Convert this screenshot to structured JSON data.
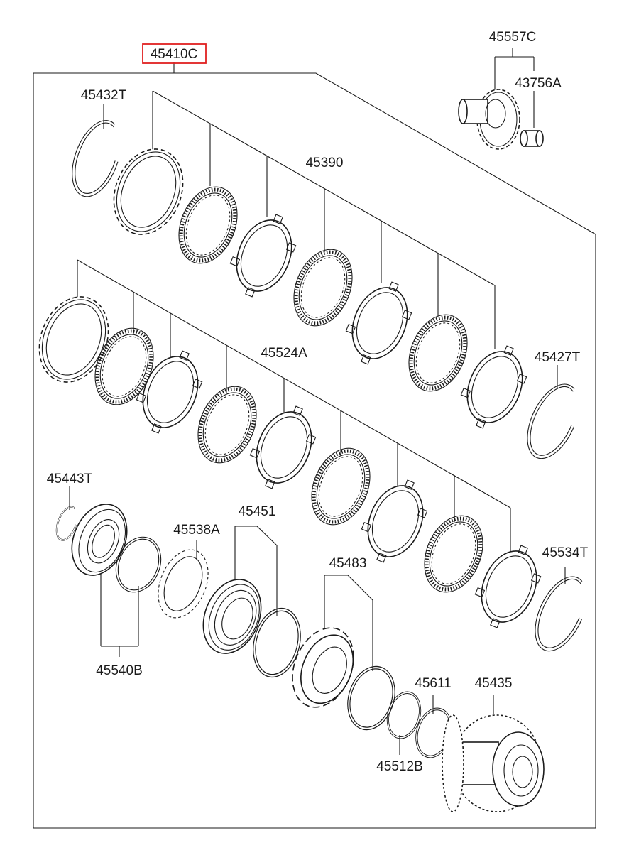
{
  "diagram": {
    "assembly_number": "45410C",
    "highlight_color": "#e02020",
    "line_color": "#1a1a1a",
    "parts": {
      "p45557C": "45557C",
      "p43756A": "43756A",
      "p45432T": "45432T",
      "p45390": "45390",
      "p45524A": "45524A",
      "p45427T": "45427T",
      "p45443T": "45443T",
      "p45451": "45451",
      "p45538A": "45538A",
      "p45534T": "45534T",
      "p45483": "45483",
      "p45540B": "45540B",
      "p45611": "45611",
      "p45435": "45435",
      "p45512B": "45512B"
    }
  }
}
